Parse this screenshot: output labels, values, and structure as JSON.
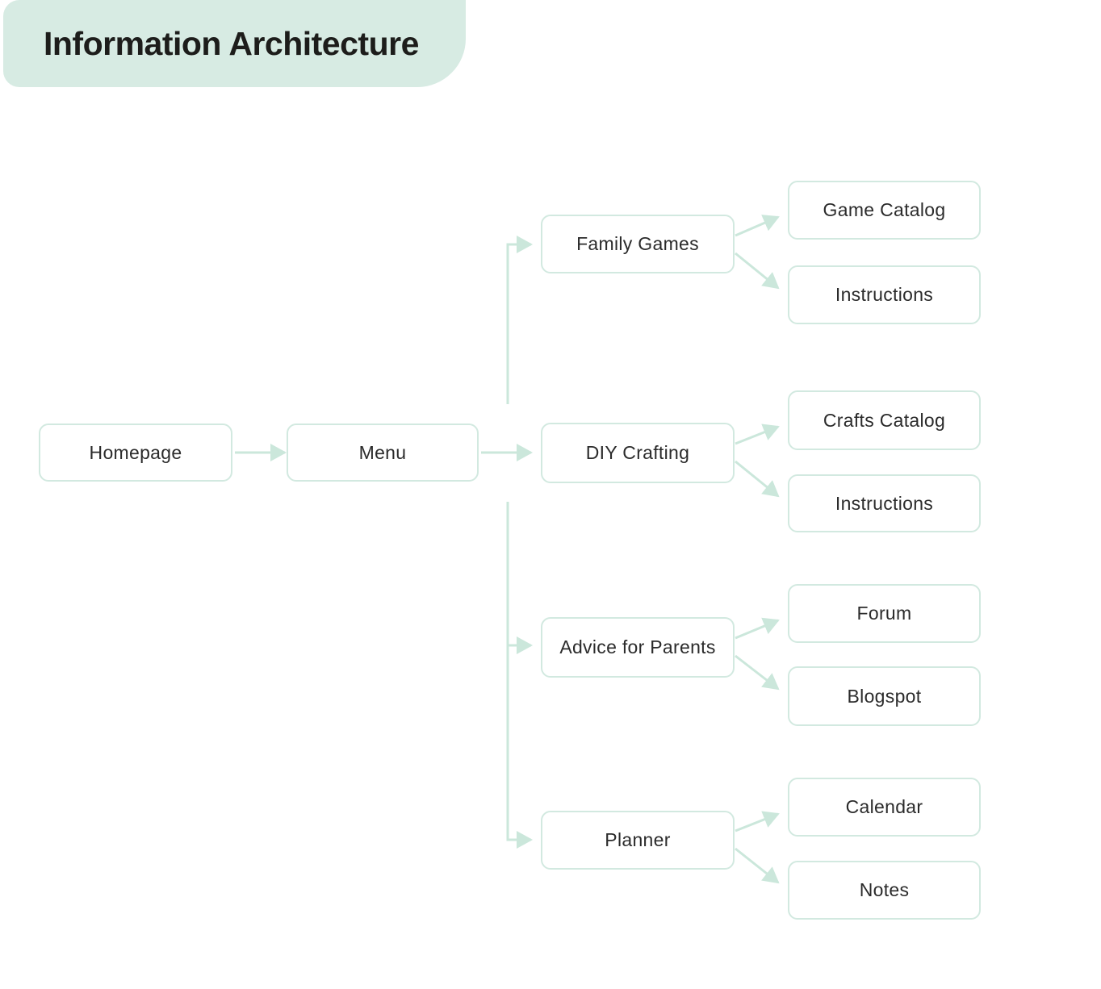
{
  "title": "Information Architecture",
  "colors": {
    "background": "#ffffff",
    "banner": "#d7ebe3",
    "box-border": "#d2e9e0",
    "connector": "#cbe7db",
    "title-text": "#1d1d1b",
    "label-text": "#2b2b2b"
  },
  "nodes": {
    "homepage": {
      "label": "Homepage"
    },
    "menu": {
      "label": "Menu"
    },
    "family_games": {
      "label": "Family Games"
    },
    "diy_crafting": {
      "label": "DIY Crafting"
    },
    "advice_for_parents": {
      "label": "Advice for Parents"
    },
    "planner": {
      "label": "Planner"
    },
    "game_catalog": {
      "label": "Game Catalog"
    },
    "instructions_games": {
      "label": "Instructions"
    },
    "crafts_catalog": {
      "label": "Crafts Catalog"
    },
    "instructions_crafts": {
      "label": "Instructions"
    },
    "forum": {
      "label": "Forum"
    },
    "blogspot": {
      "label": "Blogspot"
    },
    "calendar": {
      "label": "Calendar"
    },
    "notes": {
      "label": "Notes"
    }
  },
  "edges": [
    {
      "from": "Homepage",
      "to": "Menu"
    },
    {
      "from": "Menu",
      "to": "Family Games"
    },
    {
      "from": "Menu",
      "to": "DIY Crafting"
    },
    {
      "from": "Menu",
      "to": "Advice for Parents"
    },
    {
      "from": "Menu",
      "to": "Planner"
    },
    {
      "from": "Family Games",
      "to": "Game Catalog"
    },
    {
      "from": "Family Games",
      "to": "Instructions"
    },
    {
      "from": "DIY Crafting",
      "to": "Crafts Catalog"
    },
    {
      "from": "DIY Crafting",
      "to": "Instructions"
    },
    {
      "from": "Advice for Parents",
      "to": "Forum"
    },
    {
      "from": "Advice for Parents",
      "to": "Blogspot"
    },
    {
      "from": "Planner",
      "to": "Calendar"
    },
    {
      "from": "Planner",
      "to": "Notes"
    }
  ]
}
